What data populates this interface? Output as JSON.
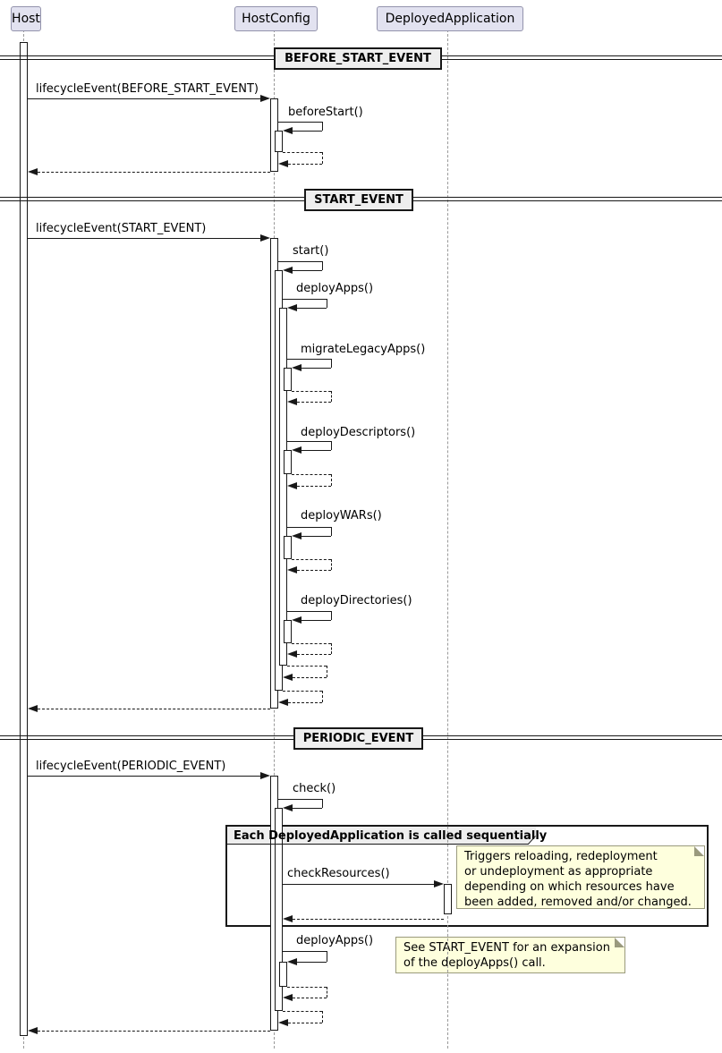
{
  "colors": {
    "participant-fill": "#E2E2F0",
    "participant-border": "#9393AC",
    "note-fill": "#FEFFDD",
    "note-border": "#9A9A7D",
    "divider-fill": "#EEEEEE",
    "group-header-fill": "#EEEEEE",
    "line": "#181818",
    "lifeline": "#999999"
  },
  "participants": [
    {
      "name": "Host"
    },
    {
      "name": "HostConfig"
    },
    {
      "name": "DeployedApplication"
    }
  ],
  "dividers": [
    {
      "label": "BEFORE_START_EVENT"
    },
    {
      "label": "START_EVENT"
    },
    {
      "label": "PERIODIC_EVENT"
    }
  ],
  "messages": {
    "lifecycle_before": "lifecycleEvent(BEFORE_START_EVENT)",
    "before_start": "beforeStart()",
    "lifecycle_start": "lifecycleEvent(START_EVENT)",
    "start": "start()",
    "deploy_apps": "deployApps()",
    "migrate_legacy_apps": "migrateLegacyApps()",
    "deploy_descriptors": "deployDescriptors()",
    "deploy_wars": "deployWARs()",
    "deploy_directories": "deployDirectories()",
    "lifecycle_periodic": "lifecycleEvent(PERIODIC_EVENT)",
    "check": "check()",
    "check_resources": "checkResources()",
    "deploy_apps_periodic": "deployApps()"
  },
  "group": {
    "title": "Each DeployedApplication is called sequentially"
  },
  "notes": {
    "check_resources_note": "Triggers reloading, redeployment\nor undeployment as appropriate\ndepending on which resources have\nbeen added, removed and/or changed.",
    "deploy_apps_note": "See START_EVENT for an expansion\nof the deployApps() call."
  }
}
